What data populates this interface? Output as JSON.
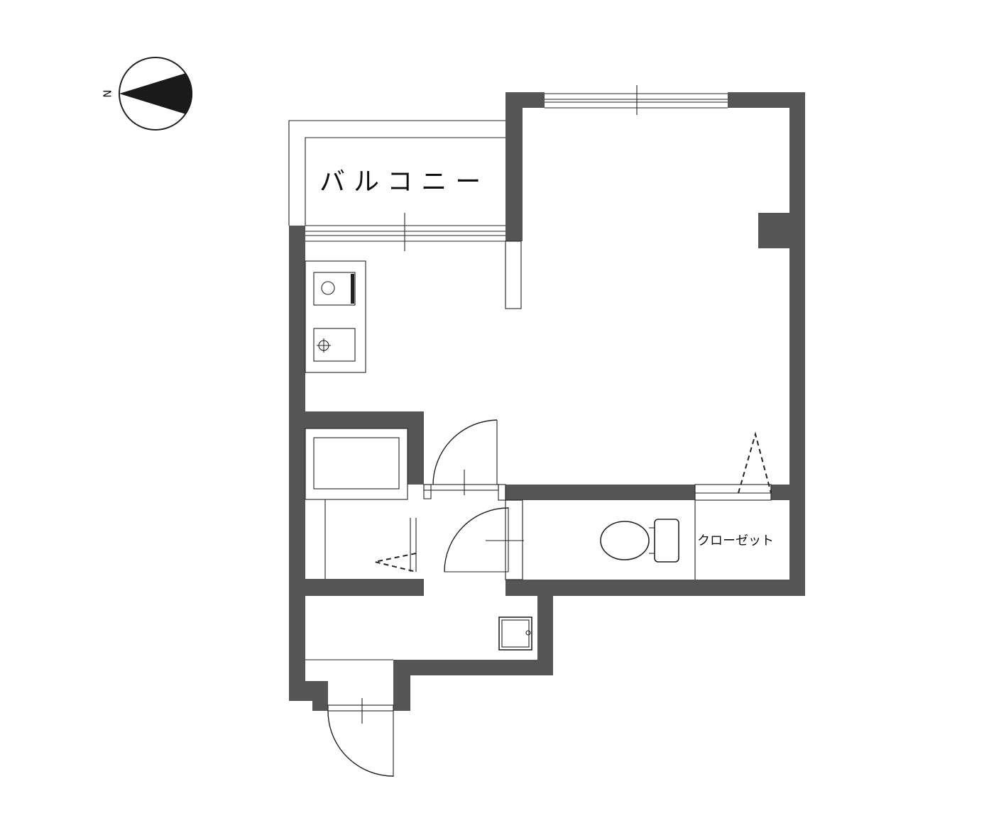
{
  "compass": {
    "label": "N"
  },
  "rooms": {
    "balcony": {
      "label": "バルコニー"
    },
    "closet": {
      "label": "クローゼット"
    }
  },
  "colors": {
    "wall": "#555555",
    "line": "#222222",
    "background": "#ffffff"
  }
}
